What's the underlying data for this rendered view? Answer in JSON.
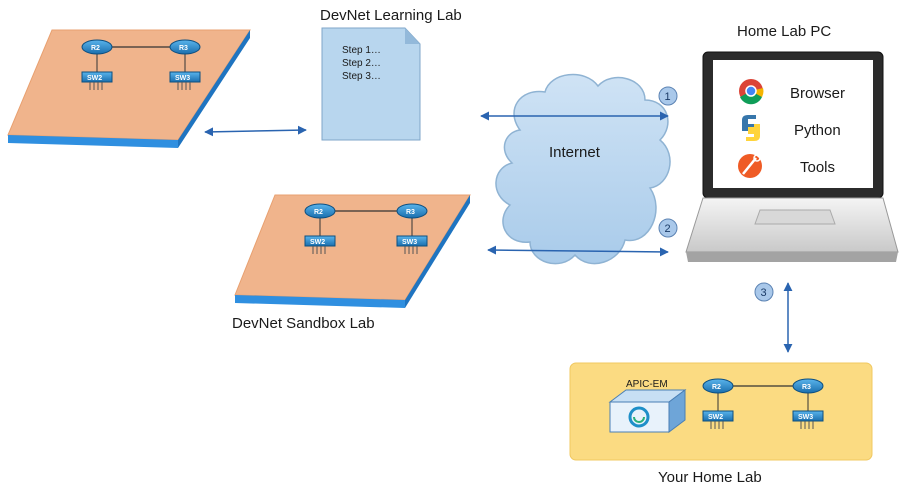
{
  "learning_lab": {
    "title": "DevNet Learning Lab",
    "steps": [
      "Step 1…",
      "Step 2…",
      "Step 3…"
    ]
  },
  "sandbox": {
    "label": "DevNet Sandbox Lab"
  },
  "internet": {
    "label": "Internet"
  },
  "pc": {
    "title": "Home Lab PC",
    "apps": [
      "Browser",
      "Python",
      "Tools"
    ]
  },
  "home_lab": {
    "label": "Your Home Lab",
    "controller": "APIC-EM"
  },
  "devices": {
    "r2": "R2",
    "r3": "R3",
    "sw2": "SW2",
    "sw3": "SW3"
  },
  "connections": [
    "1",
    "2",
    "3"
  ],
  "colors": {
    "platform_top": "#f0b48c",
    "platform_side": "#2f8fe0",
    "paper": "#b8d6ee",
    "cloud": "#bcd8f0",
    "home_lab_bg": "#fbdb82",
    "arrow": "#2a64b0",
    "device": "#1f86c8"
  }
}
